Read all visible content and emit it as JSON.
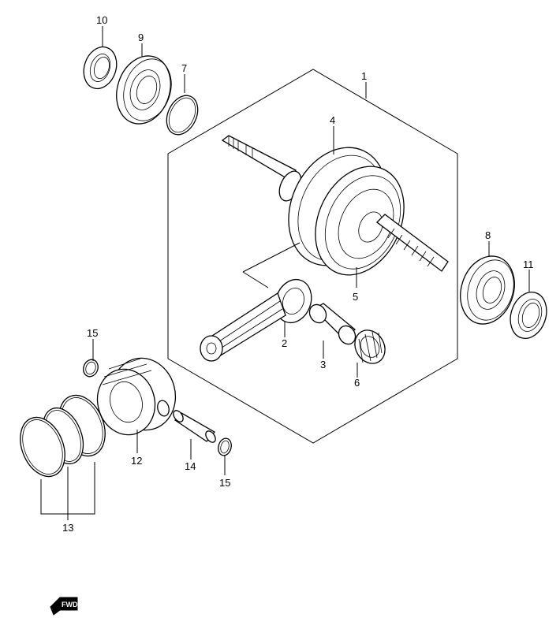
{
  "labels": {
    "p1": "1",
    "p2": "2",
    "p3": "3",
    "p4": "4",
    "p5": "5",
    "p6": "6",
    "p7": "7",
    "p8": "8",
    "p9": "9",
    "p10": "10",
    "p11": "11",
    "p12": "12",
    "p13": "13",
    "p14": "14",
    "p15a": "15",
    "p15b": "15"
  },
  "fwd": {
    "text": "FWD"
  }
}
